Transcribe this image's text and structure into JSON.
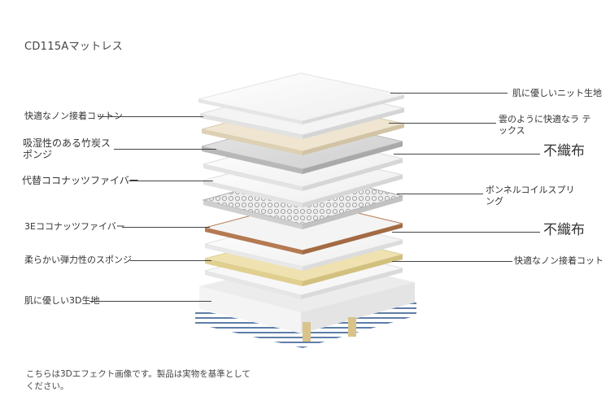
{
  "title": "CD115Aマットレス",
  "footnote": "こちらは3Dエフェクト画像です。製品は実物を基準としてください。",
  "layers_left": [
    "快適なノン接着コットン",
    "吸湿性のある竹炭ス ポンジ",
    "代替ココナッツファイバー",
    "3Eココナッツファイバー",
    "柔らかい弾力性のスポンジ",
    "肌に優しい3D生地"
  ],
  "layers_right": [
    "肌に優しいニット生地",
    "雲のように快適なラ テックス",
    "不織布",
    "ボンネルコイルスプリ ング",
    "不織布",
    "快適なノン接着コット"
  ],
  "colors": {
    "latex": "#efe5d0",
    "coconut_edge": "#b47a52",
    "yellow_sponge": "#efe2b0",
    "border_blue": "#5e7ea8"
  }
}
